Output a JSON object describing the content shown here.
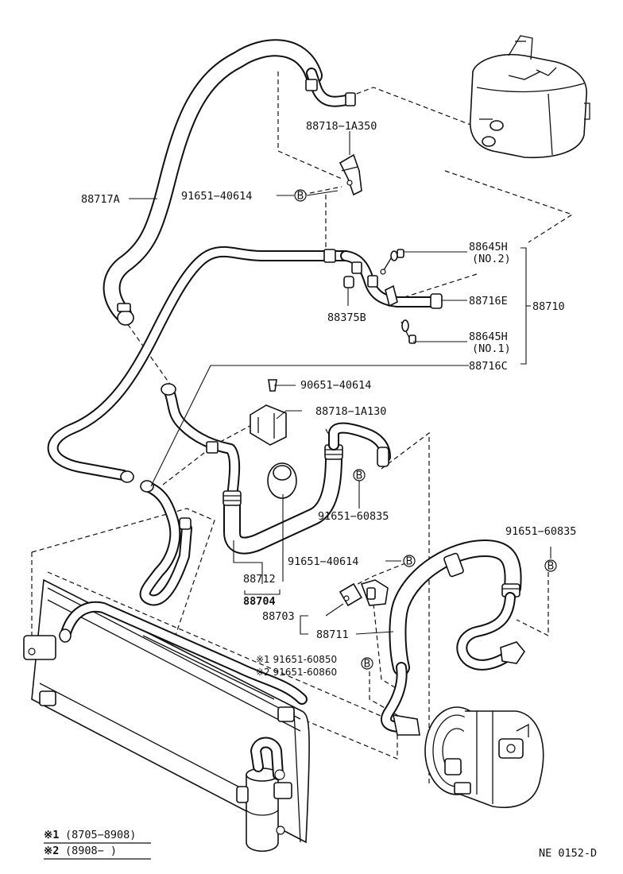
{
  "labels": {
    "p88717A": "88717A",
    "p88718_1A350": "88718−1A350",
    "p91651_40614_a": "91651−40614",
    "p88645H_a": "88645H",
    "p88645H_a_sub": "(NO.2)",
    "p88716E": "88716E",
    "p88710": "88710",
    "p88375B": "88375B",
    "p88645H_b": "88645H",
    "p88645H_b_sub": "(NO.1)",
    "p88716C": "88716C",
    "p90651_40614": "90651−40614",
    "p88718_1A130": "88718−1A130",
    "p91651_60835_a": "91651−60835",
    "p91651_60835_b": "91651−60835",
    "p91651_40614_b": "91651−40614",
    "p88712": "88712",
    "p88704": "88704",
    "p88703": "88703",
    "p88711": "88711",
    "p91651_60850": "※1 91651-60850",
    "p91651_60860": "※2 91651-60860",
    "ref_b": "B"
  },
  "legend": {
    "line1_mark": "※1",
    "line1_text": "(8705−8908)",
    "line2_mark": "※2",
    "line2_text": "(8908−       )"
  },
  "figure_code": "NE  0152-D"
}
